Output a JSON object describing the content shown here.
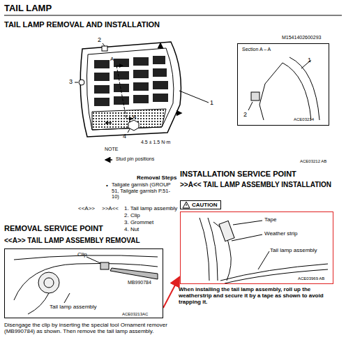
{
  "diagram": {
    "title": "TAIL LAMP",
    "nodes": [
      {
        "text": [
          "Section A – A",
          "1",
          "2",
          "ACE03214"
        ]
      },
      {
        "text": [
          "CAUTION"
        ]
      },
      {
        "text": [
          "Clip",
          "MB990784",
          "Tail lamp assembly",
          "ACE03213AC"
        ]
      },
      {
        "text": [
          "Tape",
          "Weather strip",
          "Tail lamp assembly",
          "ACE03969 AB"
        ]
      }
    ],
    "edges": [
      {
        "from": 2,
        "to": 3,
        "arrow": "to"
      }
    ],
    "labels": [
      "TAIL LAMP REMOVAL AND INSTALLATION",
      "M1541402600293",
      "2",
      "A",
      "3",
      "A",
      "1",
      "4",
      "4.5 ± 1.5 N·m",
      "NOTE",
      "Stud pin positions",
      "ACE03212 AB",
      "Removal Steps",
      "•",
      "Tailgate garnish (GROUP 51, Tailgate garnish P.51-10)",
      "<<A>>",
      ">>A<<",
      "1. Tail lamp assembly",
      "2. Clip",
      "3. Grommet",
      "4. Nut",
      "INSTALLATION SERVICE POINT",
      ">>A<< TAIL LAMP ASSEMBLY INSTALLATION",
      "REMOVAL SERVICE POINT",
      "<<A>> TAIL LAMP ASSEMBLY REMOVAL",
      "Disengage the clip by inserting the special tool Ornament remover (MB990784) as shown. Then remove the tail lamp assembly.",
      "When installing the tail lamp assembly, roll up the weatherstrip and secure it by a tape as shown to avoid trapping it."
    ]
  }
}
